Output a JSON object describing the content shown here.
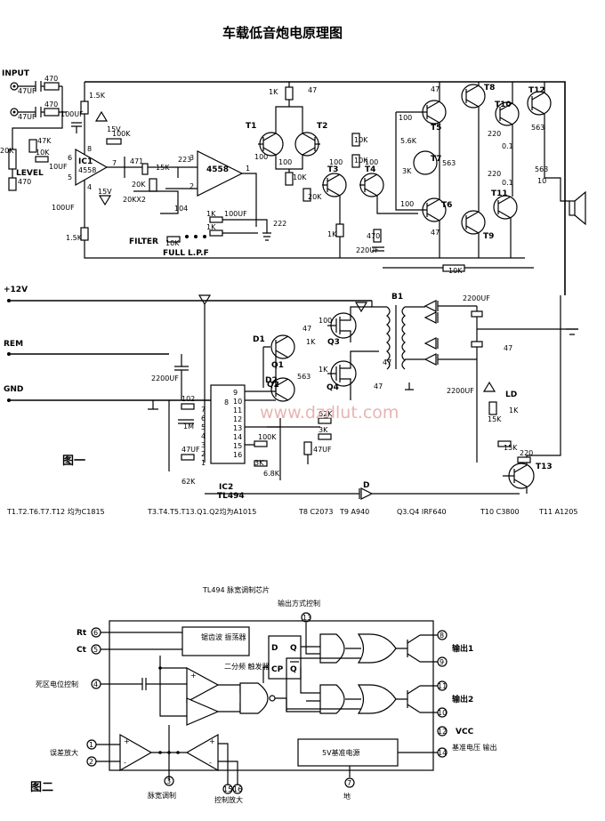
{
  "title": "车载低音炮电原理图",
  "watermark": "www.dzdlut.com",
  "fig1": {
    "label": "图一",
    "transistors": [
      "T1",
      "T2",
      "T3",
      "T4",
      "T5",
      "T6",
      "T7",
      "T8",
      "T9",
      "T10",
      "T11",
      "T12",
      "T13",
      "Q1",
      "Q2",
      "Q3",
      "Q4"
    ],
    "ics": {
      "ic1_name": "IC1",
      "ic1_part": "4558",
      "ic2_part": "4558",
      "ic3_name": "IC2",
      "ic3_part": "TL494"
    },
    "labels": {
      "input": "INPUT",
      "level": "LEVEL",
      "filter": "FILTER",
      "full_lpf": "FULL    L.P.F",
      "v12": "+12V",
      "rem": "REM",
      "gnd": "GND",
      "b1": "B1",
      "ld": "LD",
      "d1": "D1",
      "d2": "D2",
      "d": "D"
    },
    "components": [
      "470",
      "47UF",
      "470",
      "47UF",
      "1.5K",
      "100UF",
      "15V",
      "20K",
      "47K",
      "10K",
      "470",
      "10UF",
      "100K",
      "471",
      "15K",
      "20K",
      "223",
      "20KX2",
      "104",
      "15V",
      "100UF",
      "1.5K",
      "10K",
      "1K",
      "100UF",
      "1K",
      "222",
      "1K",
      "47",
      "10K",
      "20K",
      "10K",
      "10K",
      "100",
      "100",
      "100",
      "100",
      "1K",
      "470",
      "220UF",
      "5.6K",
      "3K",
      "100",
      "563",
      "47",
      "47",
      "100",
      "220",
      "0.1",
      "563",
      "220",
      "0.1",
      "563",
      "10",
      "10K",
      "2200UF",
      "2200UF",
      "47",
      "47",
      "1K",
      "563",
      "100",
      "1K",
      "47",
      "47",
      "2200UF",
      "15K",
      "102",
      "1M",
      "47UF",
      "62K",
      "62K",
      "3K",
      "100K",
      "3K",
      "6.8K",
      "47UF",
      "1K",
      "15K",
      "220",
      "15K"
    ],
    "ic2_pins_left": [
      "8",
      "7",
      "6",
      "5",
      "4",
      "3",
      "2",
      "1"
    ],
    "ic2_pins_right": [
      "9",
      "10",
      "11",
      "12",
      "13",
      "14",
      "15",
      "16"
    ],
    "legend": [
      "T1.T2.T6.T7.T12 均为C1815",
      "T3.T4.T5.T13.Q1.Q2均为A1015",
      "T8  C2073",
      "T9 A940",
      "Q3.Q4  IRF640",
      "T10  C3800",
      "T11  A1205"
    ]
  },
  "fig2": {
    "label": "图二",
    "title": "TL494   脉宽调制芯片",
    "output_mode": "输出方式控制",
    "pin_rt": "Rt",
    "pin_ct": "Ct",
    "dead_time": "死区电位控制",
    "error_amp": "误差放大",
    "pwm": "脉宽调制",
    "ctrl_amp": "控制放大",
    "ground": "地",
    "vcc": "VCC",
    "ref_out": "基准电压 输出",
    "out1": "输出1",
    "out2": "输出2",
    "sawtooth": "锯齿波 振荡器",
    "flipflop": "二分频 触发器",
    "ref5v": "5V基准电源",
    "pins": [
      "6",
      "5",
      "4",
      "1",
      "2",
      "3",
      "15",
      "16",
      "13",
      "8",
      "9",
      "11",
      "10",
      "12",
      "14",
      "7"
    ],
    "dq": [
      "D",
      "Q",
      "CP",
      "Q"
    ]
  }
}
